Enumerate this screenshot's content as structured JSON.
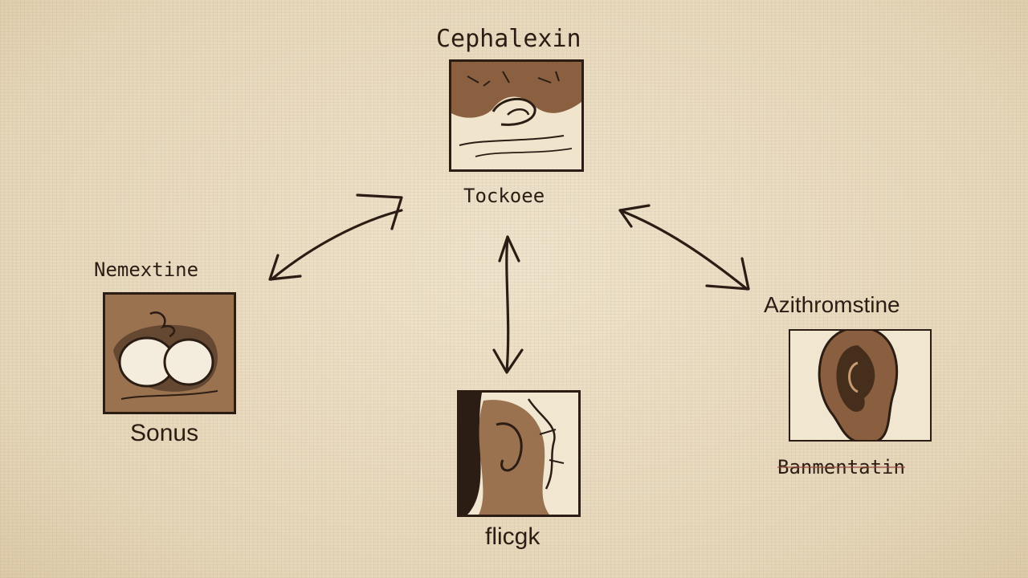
{
  "diagram": {
    "nodes": {
      "top": {
        "title": "Cephalexin",
        "caption": "Tockoee"
      },
      "left": {
        "title": "Nemextine",
        "caption": "Sonus"
      },
      "right": {
        "title": "Azithromstine",
        "caption": "Banmentatin"
      },
      "bottom": {
        "caption": "flicgk"
      }
    }
  }
}
